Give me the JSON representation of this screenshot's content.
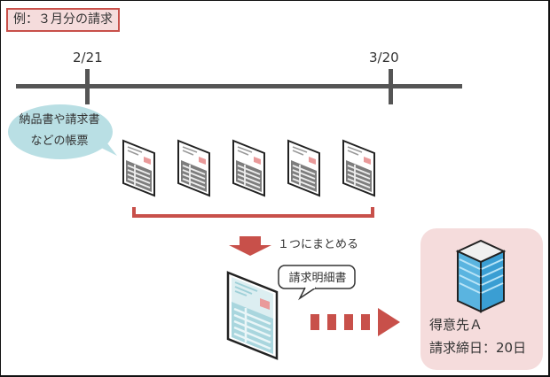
{
  "title": "例：３月分の請求",
  "timeline": {
    "start_label": "2/21",
    "end_label": "3/20"
  },
  "documents_bubble": {
    "line1": "納品書や請求書",
    "line2": "などの帳票"
  },
  "document_count": 5,
  "merge_label": "１つにまとめる",
  "statement_bubble": "請求明細書",
  "client": {
    "name": "得意先Ａ",
    "closing": "請求締日：20日"
  },
  "colors": {
    "accent_red": "#c8504a",
    "card_pink": "#f5dcdc",
    "bubble_teal": "#b9dfe4",
    "timeline_gray": "#555555"
  }
}
